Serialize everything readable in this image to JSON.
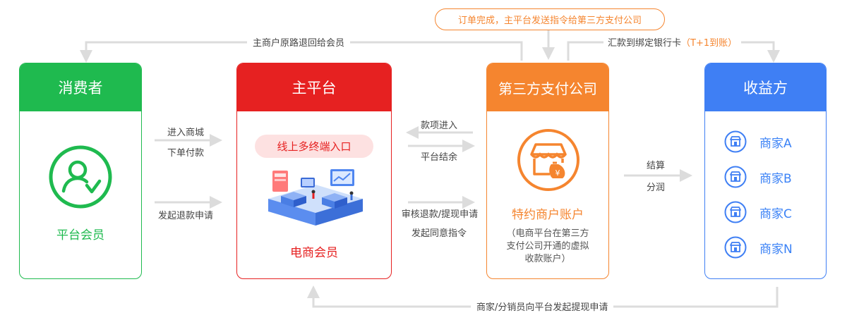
{
  "colors": {
    "consumer": "#1fba4f",
    "platform": "#e62121",
    "payment": "#f5852f",
    "beneficiary": "#3f7ff4",
    "arrow": "#dcdcdc"
  },
  "top_notice": "订单完成，主平台发送指令给第三方支付公司",
  "flows": {
    "refund_back": "主商户原路退回给会员",
    "remit_prefix": "汇款到绑定银行卡",
    "remit_suffix": "（T+1到账）",
    "enter_mall": "进入商城",
    "place_order": "下单付款",
    "refund_request": "发起退款申请",
    "payment_in": "款项进入",
    "platform_settle": "平台结余",
    "review_request": "审核退款/提现申请",
    "approve_cmd": "发起同意指令",
    "settle": "结算",
    "profit_share": "分润",
    "withdraw_request": "商家/分销员向平台发起提现申请"
  },
  "consumer": {
    "title": "消费者",
    "icon": "member-user-check-icon",
    "label": "平台会员"
  },
  "platform": {
    "title": "主平台",
    "entry_badge": "线上多终端入口",
    "illustration": "isometric-platform-illustration",
    "label": "电商会员"
  },
  "payment": {
    "title": "第三方支付公司",
    "icon": "shop-moneybag-icon",
    "account_title": "特约商户账户",
    "account_desc_1": "（电商平台在第三方",
    "account_desc_2": "支付公司开通的虚拟",
    "account_desc_3": "收款账户）"
  },
  "beneficiary": {
    "title": "收益方",
    "merchant_icon": "store-icon",
    "merchants": [
      "商家A",
      "商家B",
      "商家C",
      "商家N"
    ]
  }
}
